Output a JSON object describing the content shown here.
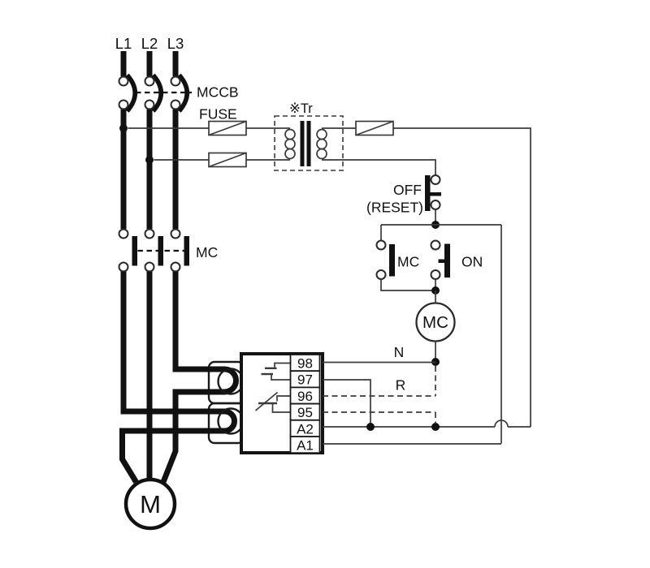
{
  "diagram": {
    "type": "motor-starter-wiring-diagram",
    "phases": {
      "l1": "L1",
      "l2": "L2",
      "l3": "L3"
    },
    "breaker": {
      "label": "MCCB"
    },
    "fuse": {
      "label": "FUSE"
    },
    "transformer": {
      "label": "※Tr"
    },
    "off_button": {
      "line1": "OFF",
      "line2": "(RESET)"
    },
    "on_button": {
      "label": "ON"
    },
    "aux_contact": {
      "label": "MC"
    },
    "main_contactor": {
      "label": "MC"
    },
    "coil": {
      "label": "MC"
    },
    "line_labels": {
      "neutral": "N",
      "phase_r": "R"
    },
    "motor": {
      "label": "M"
    },
    "overload_relay": {
      "terminals": [
        "98",
        "97",
        "96",
        "95",
        "A2",
        "A1"
      ]
    },
    "colors": {
      "wire_thick": "#111111",
      "wire_thin": "#3a3a3a",
      "background": "#ffffff",
      "text": "#111111"
    }
  }
}
